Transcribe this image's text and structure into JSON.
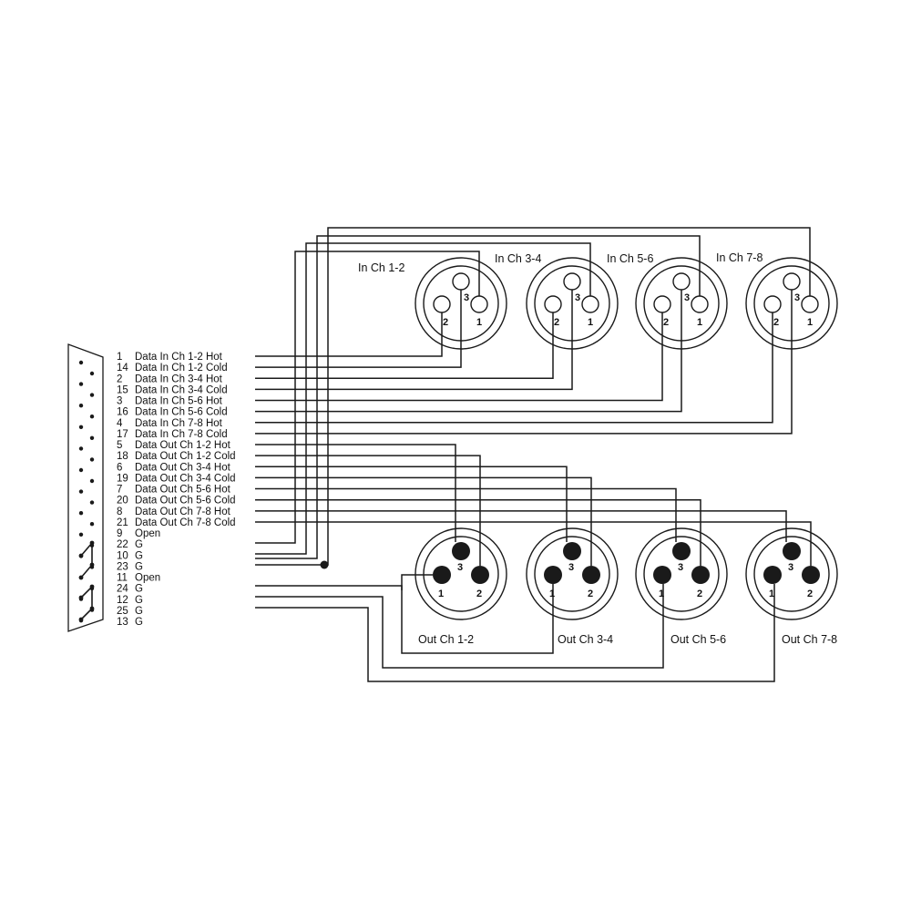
{
  "dsub_pins": [
    {
      "pin": "1",
      "label": "Data In Ch 1-2 Hot"
    },
    {
      "pin": "14",
      "label": "Data In Ch 1-2 Cold"
    },
    {
      "pin": "2",
      "label": "Data In Ch 3-4 Hot"
    },
    {
      "pin": "15",
      "label": "Data In Ch 3-4 Cold"
    },
    {
      "pin": "3",
      "label": "Data In Ch 5-6 Hot"
    },
    {
      "pin": "16",
      "label": "Data In Ch 5-6 Cold"
    },
    {
      "pin": "4",
      "label": "Data In Ch 7-8 Hot"
    },
    {
      "pin": "17",
      "label": "Data In Ch 7-8 Cold"
    },
    {
      "pin": "5",
      "label": "Data Out Ch 1-2 Hot"
    },
    {
      "pin": "18",
      "label": "Data Out Ch 1-2 Cold"
    },
    {
      "pin": "6",
      "label": "Data Out Ch 3-4 Hot"
    },
    {
      "pin": "19",
      "label": "Data Out Ch 3-4 Cold"
    },
    {
      "pin": "7",
      "label": "Data Out Ch 5-6 Hot"
    },
    {
      "pin": "20",
      "label": "Data Out Ch 5-6 Cold"
    },
    {
      "pin": "8",
      "label": "Data Out Ch 7-8 Hot"
    },
    {
      "pin": "21",
      "label": "Data Out Ch 7-8 Cold"
    },
    {
      "pin": "9",
      "label": "Open"
    },
    {
      "pin": "22",
      "label": "G"
    },
    {
      "pin": "10",
      "label": "G"
    },
    {
      "pin": "23",
      "label": "G"
    },
    {
      "pin": "11",
      "label": "Open"
    },
    {
      "pin": "24",
      "label": "G"
    },
    {
      "pin": "12",
      "label": "G"
    },
    {
      "pin": "25",
      "label": "G"
    },
    {
      "pin": "13",
      "label": "G"
    }
  ],
  "inputs": [
    {
      "label": "In Ch 1-2"
    },
    {
      "label": "In Ch 3-4"
    },
    {
      "label": "In Ch 5-6"
    },
    {
      "label": "In Ch 7-8"
    }
  ],
  "outputs": [
    {
      "label": "Out Ch 1-2"
    },
    {
      "label": "Out Ch 3-4"
    },
    {
      "label": "Out Ch 5-6"
    },
    {
      "label": "Out Ch 7-8"
    }
  ],
  "xlr_pin_numbers": [
    "1",
    "2",
    "3"
  ],
  "colors": {
    "line": "#1a1a1a",
    "background": "#ffffff"
  }
}
